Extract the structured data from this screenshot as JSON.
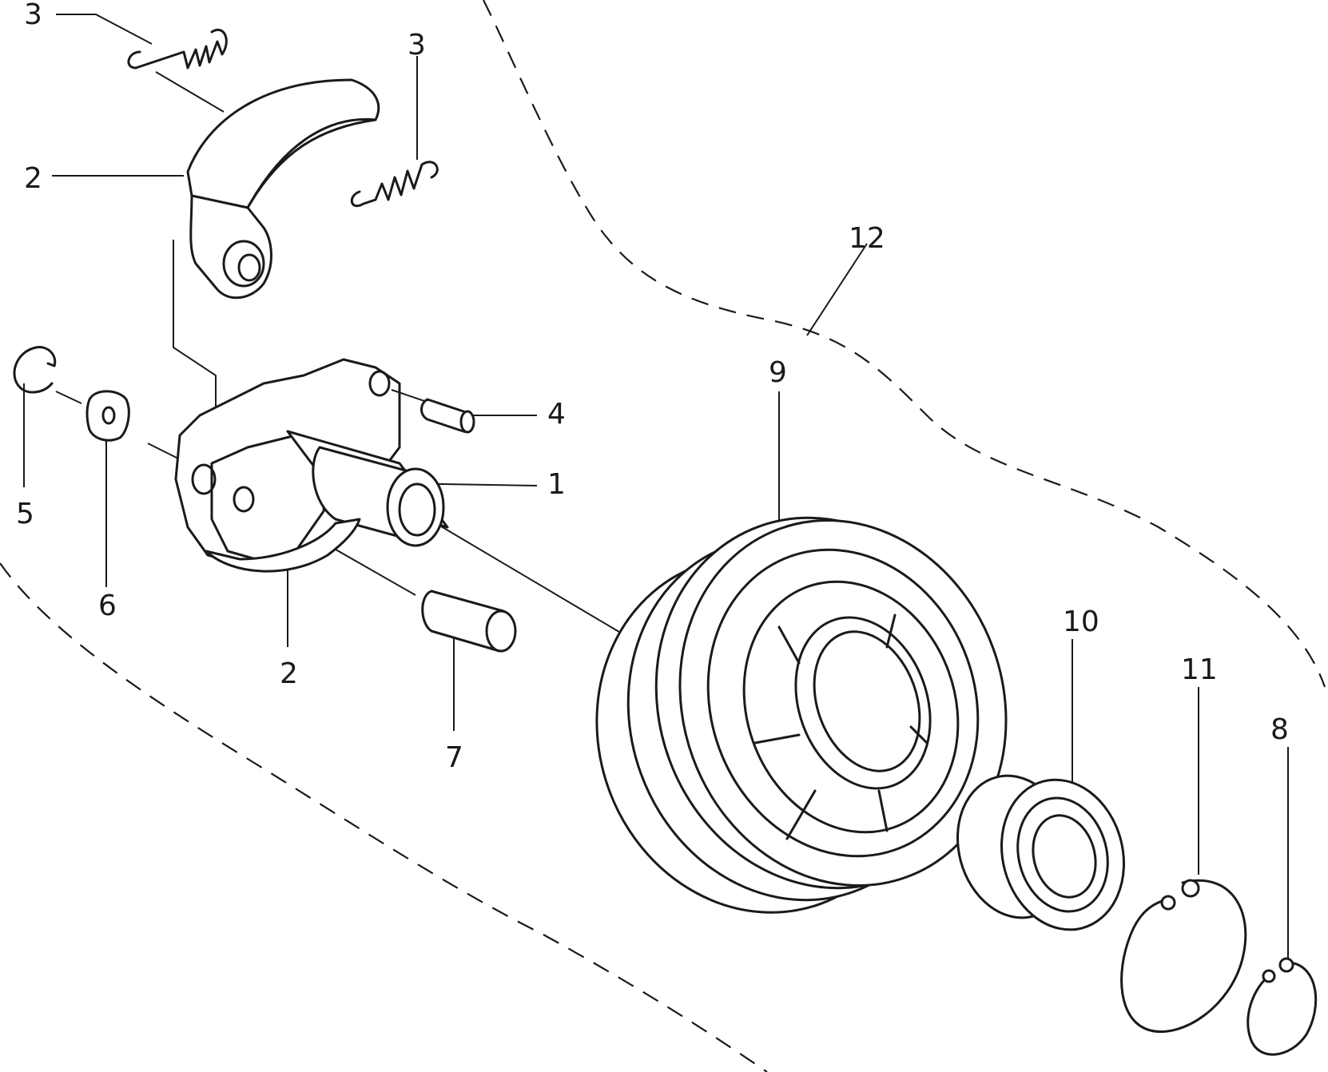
{
  "callouts": [
    {
      "id": "c1",
      "text": "1"
    },
    {
      "id": "c2a",
      "text": "2"
    },
    {
      "id": "c2b",
      "text": "2"
    },
    {
      "id": "c3a",
      "text": "3"
    },
    {
      "id": "c3b",
      "text": "3"
    },
    {
      "id": "c4",
      "text": "4"
    },
    {
      "id": "c5",
      "text": "5"
    },
    {
      "id": "c6",
      "text": "6"
    },
    {
      "id": "c7",
      "text": "7"
    },
    {
      "id": "c8",
      "text": "8"
    },
    {
      "id": "c9",
      "text": "9"
    },
    {
      "id": "c10",
      "text": "10"
    },
    {
      "id": "c11",
      "text": "11"
    },
    {
      "id": "c12",
      "text": "12"
    }
  ],
  "colors": {
    "ink": "#1a1a1a",
    "paper": "#ffffff"
  }
}
